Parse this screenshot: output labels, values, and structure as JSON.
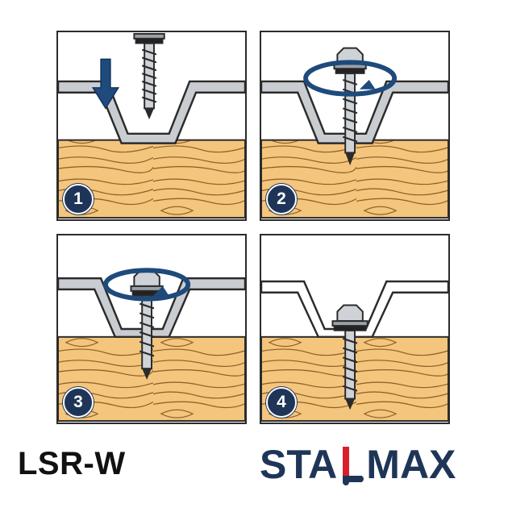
{
  "steps": [
    {
      "number": "1",
      "action": "push-down"
    },
    {
      "number": "2",
      "action": "screw-in"
    },
    {
      "number": "3",
      "action": "tighten"
    },
    {
      "number": "4",
      "action": "done"
    }
  ],
  "footer": {
    "model": "LSR-W",
    "brand_part1": "STA",
    "brand_L": "L",
    "brand_part2": "MAX"
  },
  "colors": {
    "accent_blue": "#1f3558",
    "arrow_blue": "#1e4a7c",
    "wood": "#f4c57d",
    "wood_grain": "#8a5a22",
    "sheet_metal": "#c9cdd2",
    "outline": "#2b2b2b",
    "brand_red": "#d81f2a"
  }
}
